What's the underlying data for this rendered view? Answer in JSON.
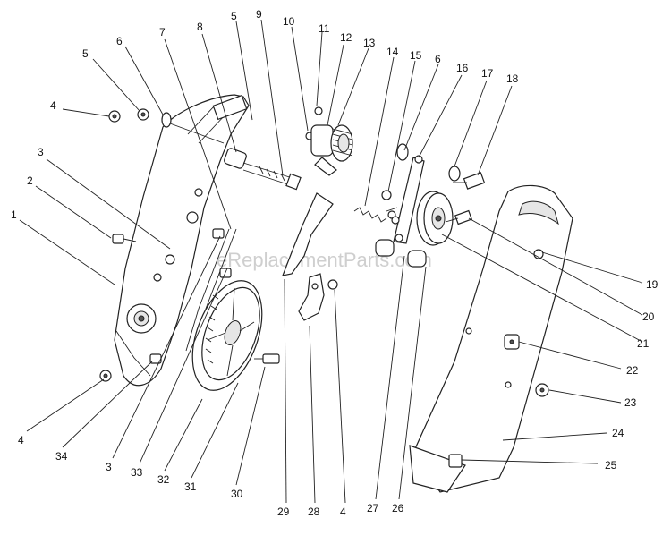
{
  "watermark": "eReplacementParts.com",
  "callouts": [
    {
      "id": "c1",
      "text": "1"
    },
    {
      "id": "c2",
      "text": "2"
    },
    {
      "id": "c3a",
      "text": "3"
    },
    {
      "id": "c4a",
      "text": "4"
    },
    {
      "id": "c5a",
      "text": "5"
    },
    {
      "id": "c6a",
      "text": "6"
    },
    {
      "id": "c7",
      "text": "7"
    },
    {
      "id": "c8",
      "text": "8"
    },
    {
      "id": "c5b",
      "text": "5"
    },
    {
      "id": "c9",
      "text": "9"
    },
    {
      "id": "c10",
      "text": "10"
    },
    {
      "id": "c11",
      "text": "11"
    },
    {
      "id": "c12",
      "text": "12"
    },
    {
      "id": "c13",
      "text": "13"
    },
    {
      "id": "c14",
      "text": "14"
    },
    {
      "id": "c15",
      "text": "15"
    },
    {
      "id": "c6b",
      "text": "6"
    },
    {
      "id": "c16",
      "text": "16"
    },
    {
      "id": "c17",
      "text": "17"
    },
    {
      "id": "c18",
      "text": "18"
    },
    {
      "id": "c19",
      "text": "19"
    },
    {
      "id": "c20",
      "text": "20"
    },
    {
      "id": "c21",
      "text": "21"
    },
    {
      "id": "c22",
      "text": "22"
    },
    {
      "id": "c23",
      "text": "23"
    },
    {
      "id": "c24",
      "text": "24"
    },
    {
      "id": "c25",
      "text": "25"
    },
    {
      "id": "c26",
      "text": "26"
    },
    {
      "id": "c27",
      "text": "27"
    },
    {
      "id": "c4b",
      "text": "4"
    },
    {
      "id": "c28",
      "text": "28"
    },
    {
      "id": "c29",
      "text": "29"
    },
    {
      "id": "c30",
      "text": "30"
    },
    {
      "id": "c31",
      "text": "31"
    },
    {
      "id": "c32",
      "text": "32"
    },
    {
      "id": "c33",
      "text": "33"
    },
    {
      "id": "c3b",
      "text": "3"
    },
    {
      "id": "c34",
      "text": "34"
    },
    {
      "id": "c4c",
      "text": "4"
    }
  ]
}
